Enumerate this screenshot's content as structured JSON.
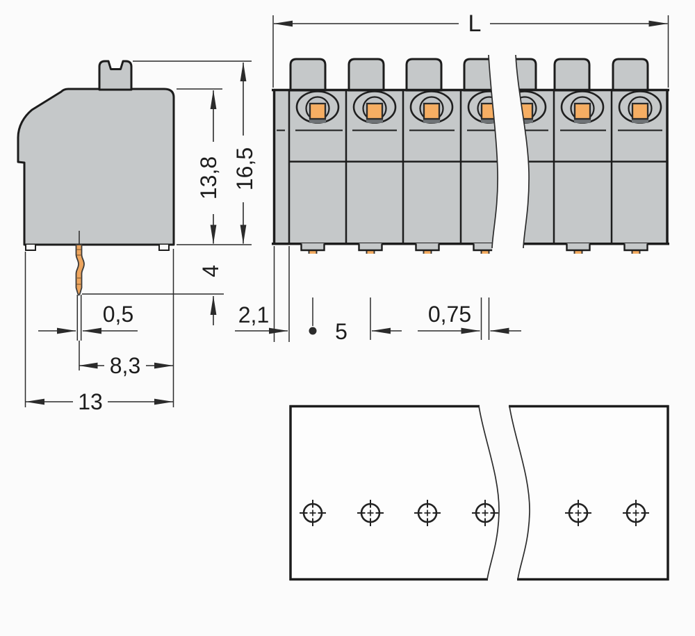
{
  "figure": {
    "type": "technical-dimension-drawing",
    "subject": "PCB push-button terminal block: side view, front view and drilling plan"
  },
  "colors": {
    "background": "#fbfbfb",
    "housing_gray": "#c5c8c9",
    "outline": "#1c1c1c",
    "pin_copper": "#eda55e",
    "clamp_orange": "#f6ae63",
    "clamp_shadow": "#6f7376",
    "dimension_line": "#2b2b2b"
  },
  "side_view": {
    "dims": {
      "body_height": "13,8",
      "total_height": "16,5",
      "pin_protrusion": "4",
      "pin_thickness": "0,5",
      "pin_to_back": "8,3",
      "total_depth": "13"
    }
  },
  "front_view": {
    "dims": {
      "total_length": "L",
      "end_offset": "2,1",
      "pole_pitch": "5",
      "pin_width": "0,75"
    }
  },
  "drilling_plan": {
    "holes": 6
  }
}
